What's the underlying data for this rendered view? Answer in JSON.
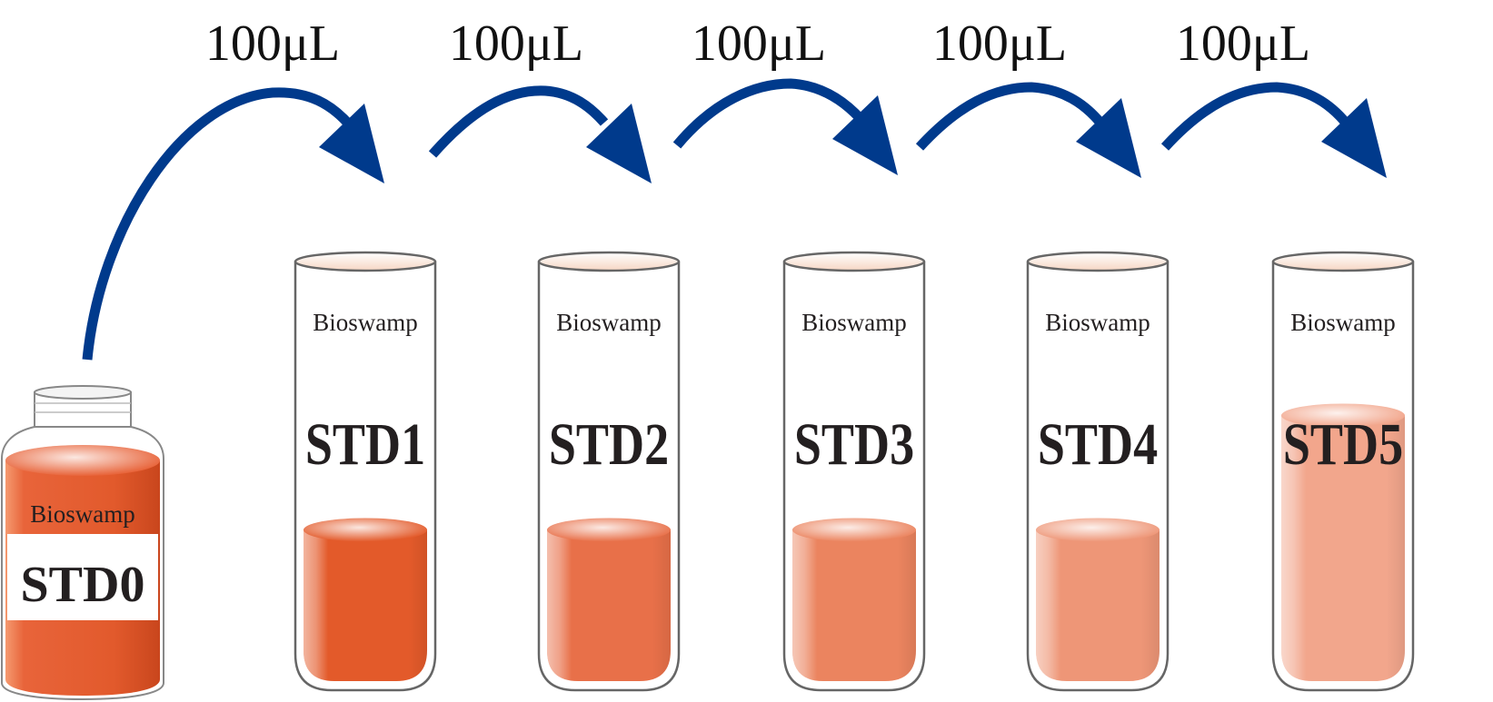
{
  "transfer_volume_labels": [
    "100μL",
    "100μL",
    "100μL",
    "100μL",
    "100μL"
  ],
  "stock_bottle": {
    "brand": "Bioswamp",
    "label": "STD0",
    "liquid_color": "#e8643a"
  },
  "tubes": [
    {
      "brand": "Bioswamp",
      "label": "STD1",
      "liquid_color": "#e35a2a",
      "fill_level": 0.37
    },
    {
      "brand": "Bioswamp",
      "label": "STD2",
      "liquid_color": "#e87049",
      "fill_level": 0.37
    },
    {
      "brand": "Bioswamp",
      "label": "STD3",
      "liquid_color": "#eb845f",
      "fill_level": 0.37
    },
    {
      "brand": "Bioswamp",
      "label": "STD4",
      "liquid_color": "#ee9677",
      "fill_level": 0.37
    },
    {
      "brand": "Bioswamp",
      "label": "STD5",
      "liquid_color": "#f2a68c",
      "fill_level": 0.65
    }
  ],
  "arrow_color": "#003a8c"
}
